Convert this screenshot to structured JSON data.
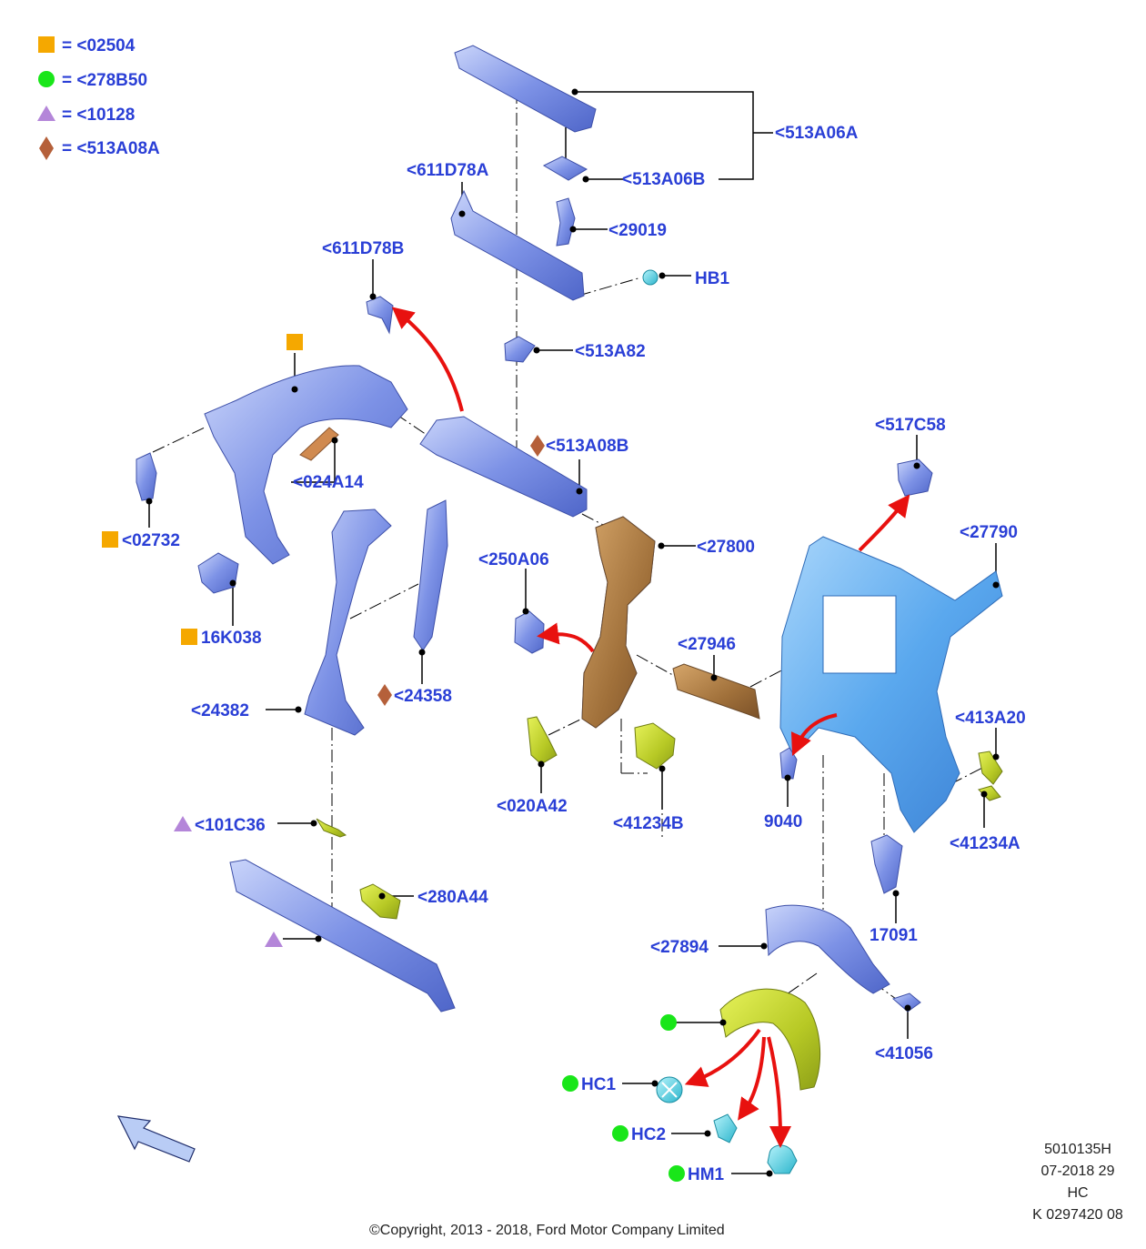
{
  "legend": [
    {
      "symbol": "square",
      "color": "#f5a800",
      "text": "= <02504"
    },
    {
      "symbol": "circle",
      "color": "#19e619",
      "text": "= <278B50"
    },
    {
      "symbol": "triangle",
      "color": "#b486d9",
      "text": "= <10128"
    },
    {
      "symbol": "diamond",
      "color": "#b5603a",
      "text": "= <513A08A"
    }
  ],
  "labels": {
    "l_513A06A": "<513A06A",
    "l_513A06B": "<513A06B",
    "l_611D78A": "<611D78A",
    "l_29019": "<29019",
    "l_HB1": "HB1",
    "l_611D78B": "<611D78B",
    "l_513A82": "<513A82",
    "l_513A08B": "<513A08B",
    "l_517C58": "<517C58",
    "l_024A14": "<024A14",
    "l_02732": "<02732",
    "l_27800": "<27800",
    "l_27790": "<27790",
    "l_250A06": "<250A06",
    "l_16K038": "16K038",
    "l_27946": "<27946",
    "l_24382": "<24382",
    "l_24358": "<24358",
    "l_413A20": "<413A20",
    "l_020A42": "<020A42",
    "l_41234B": "<41234B",
    "l_9040": "9040",
    "l_41234A": "<41234A",
    "l_101C36": "<101C36",
    "l_280A44": "<280A44",
    "l_17091": "17091",
    "l_27894": "<27894",
    "l_41056": "<41056",
    "l_HC1": "HC1",
    "l_HC2": "HC2",
    "l_HM1": "HM1"
  },
  "footer": {
    "ref_line1": "5010135H",
    "ref_line2": "07-2018 29",
    "ref_line3": "HC",
    "ref_line4": "K 0297420 08",
    "copyright": "©Copyright, 2013 - 2018, Ford Motor Company Limited"
  },
  "colors": {
    "label": "#2a3fd6",
    "part_blue": "#6f86e0",
    "part_light_blue": "#5aa8ee",
    "part_brown": "#a0703a",
    "part_yellow": "#b7c925",
    "part_cyan": "#3fd0e0",
    "arrow_red": "#e8110f"
  }
}
